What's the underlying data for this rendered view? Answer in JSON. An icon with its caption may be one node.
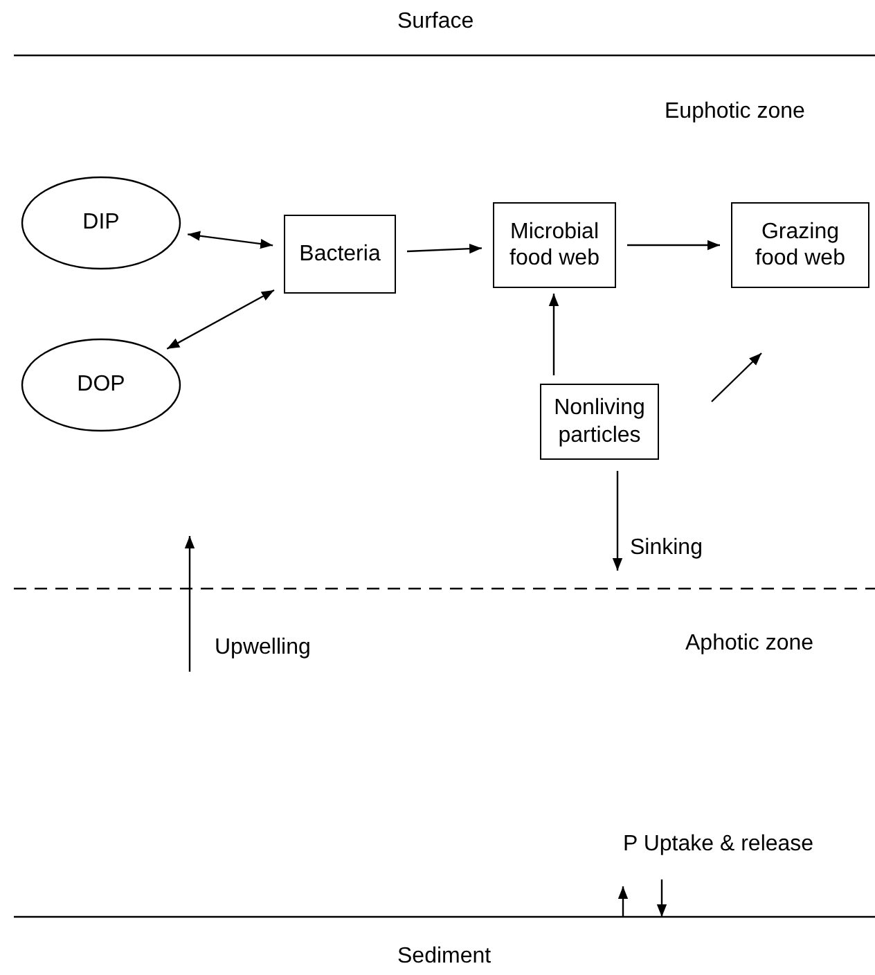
{
  "diagram": {
    "nodes": [
      {
        "text": [
          "DIP"
        ]
      },
      {
        "text": [
          "DOP"
        ]
      },
      {
        "text": [
          "Bacteria"
        ]
      },
      {
        "text": [
          "Microbial food web"
        ]
      },
      {
        "text": [
          "Grazing food web"
        ]
      },
      {
        "text": [
          "Nonliving particles"
        ]
      }
    ],
    "edges": [
      {
        "from": 0,
        "to": 2,
        "arrow": "both"
      },
      {
        "from": 1,
        "to": 2,
        "arrow": "both"
      },
      {
        "from": 2,
        "to": 3,
        "arrow": "to"
      },
      {
        "from": 3,
        "to": 4,
        "arrow": "to"
      },
      {
        "from": 5,
        "to": 3,
        "arrow": "to"
      },
      {
        "from": 5,
        "to": 4,
        "arrow": "to"
      },
      {
        "from": 5,
        "to": null,
        "arrow": "to",
        "label": "Sinking"
      }
    ],
    "labels": [
      "Surface",
      "Euphotic zone",
      "Aphotic zone",
      "Upwelling",
      "P Uptake & release",
      "Sediment"
    ]
  }
}
